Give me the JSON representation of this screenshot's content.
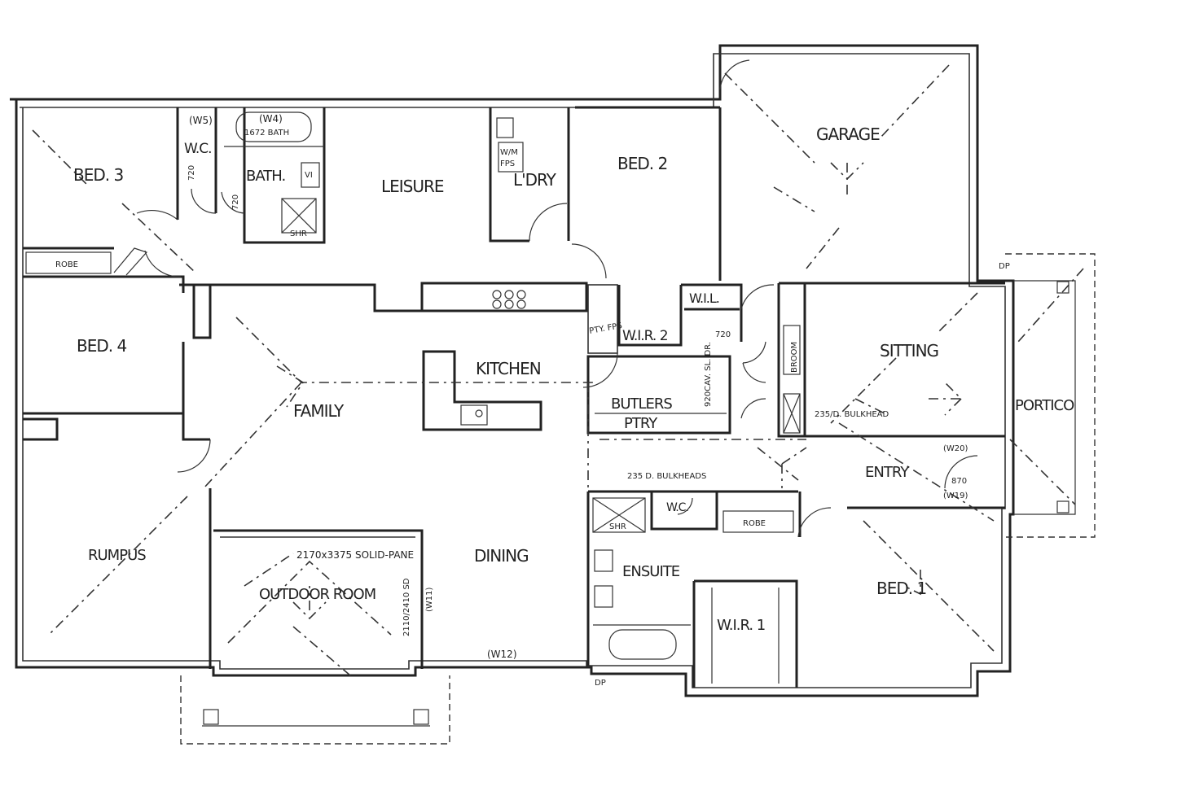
{
  "rooms": {
    "bed3": "BED. 3",
    "wc_top": "W.C.",
    "bath": "BATH.",
    "leisure": "LEISURE",
    "lndry": "L'DRY",
    "bed2": "BED. 2",
    "garage": "GARAGE",
    "bed4": "BED. 4",
    "family": "FAMILY",
    "kitchen": "KITCHEN",
    "wil": "W.I.L.",
    "wir2": "W.I.R. 2",
    "butlers": "BUTLERS",
    "ptry": "PTRY",
    "sitting": "SITTING",
    "portico": "PORTICO",
    "entry": "ENTRY",
    "rumpus": "RUMPUS",
    "outdoor": "OUTDOOR ROOM",
    "dining": "DINING",
    "ensuite": "ENSUITE",
    "wc_ens": "W.C.",
    "wir1": "W.I.R. 1",
    "bed1": "BED. 1"
  },
  "notes": {
    "w5": "(W5)",
    "w4": "(W4)",
    "bath_size": "1672 BATH",
    "d720a": "720",
    "d720b": "720",
    "d720c": "720",
    "w_m": "W/M",
    "fps": "FPS",
    "robe_bed3": "ROBE",
    "pty_fps": "PTY. FPS",
    "vi": "VI",
    "shr": "SHR",
    "slid_dr": "920CAV. SL. DR.",
    "broom": "BROOM",
    "bulkhead_sitting": "235/D. BULKHEAD",
    "w20": "(W20)",
    "d870": "870",
    "w19": "(W19)",
    "bulkhead_entry": "235 D. BULKHEADS",
    "robe_entry": "ROBE",
    "outdoor_size": "2170x3375 SOLID-PANE",
    "w11_size": "2110/2410 SD",
    "w11": "(W11)",
    "w12": "(W12)",
    "dp1": "DP",
    "dp2": "DP"
  }
}
